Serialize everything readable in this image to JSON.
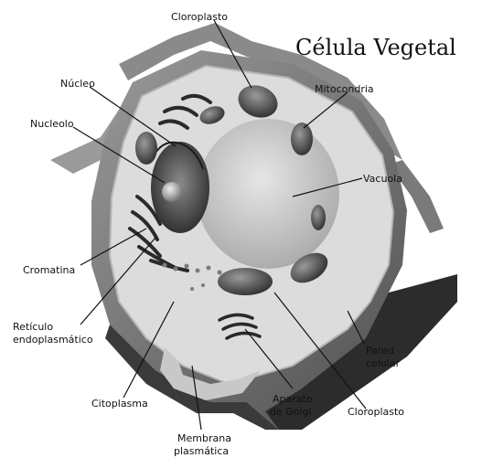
{
  "title": "Célula Vegetal",
  "labels": {
    "cloroplasto_top": "Cloroplasto",
    "nucleo": "Núcleo",
    "mitocondria": "Mitocondria",
    "nucleolo": "Nucleolo",
    "vacuola": "Vacuola",
    "cromatina": "Cromatina",
    "reticulo_1": "Retículo",
    "reticulo_2": "endoplasmático",
    "pared_1": "Pared",
    "pared_2": "celular",
    "citoplasma": "Citoplasma",
    "aparato_1": "Aparato",
    "aparato_2": "de Golgi",
    "cloroplasto_bottom": "Cloroplasto",
    "membrana_1": "Membrana",
    "membrana_2": "plasmática"
  },
  "colors": {
    "wall_dark": "#3a3a3a",
    "wall_light": "#8c8c8c",
    "cytoplasm": "#d9d9d9",
    "vacuole": "#c4c4c4",
    "organelle": "#5a5a5a"
  }
}
